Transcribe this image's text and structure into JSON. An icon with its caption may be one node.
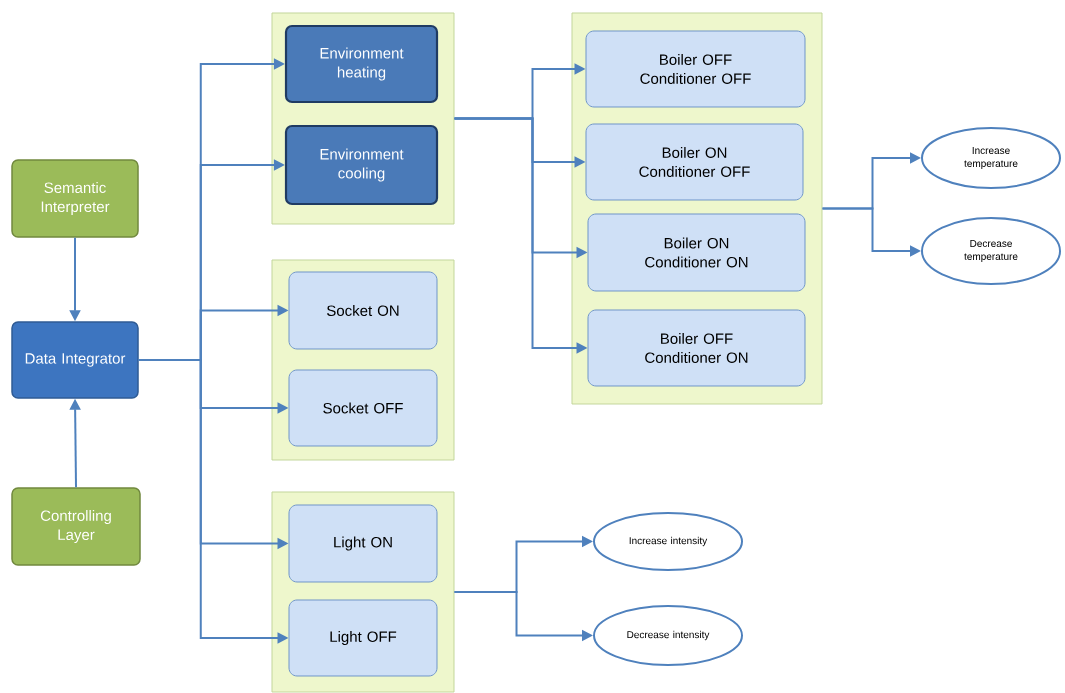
{
  "diagram": {
    "nodes": [
      {
        "text": [
          "Semantic Interpreter"
        ]
      },
      {
        "text": [
          "Data Integrator"
        ]
      },
      {
        "text": [
          "Controlling Layer"
        ]
      },
      {
        "text": [],
        "shape": "box"
      },
      {
        "text": [
          "Environment heating"
        ],
        "in": 3
      },
      {
        "text": [
          "Environment cooling"
        ],
        "in": 3
      },
      {
        "text": [],
        "shape": "box"
      },
      {
        "text": [
          "Socket ON"
        ],
        "in": 6
      },
      {
        "text": [
          "Socket OFF"
        ],
        "in": 6
      },
      {
        "text": [],
        "shape": "box"
      },
      {
        "text": [
          "Light ON"
        ],
        "in": 9
      },
      {
        "text": [
          "Light OFF"
        ],
        "in": 9
      },
      {
        "text": [],
        "shape": "box"
      },
      {
        "text": [
          "Boiler OFF Conditioner OFF"
        ],
        "in": 12
      },
      {
        "text": [
          "Boiler ON Conditioner OFF"
        ],
        "in": 12
      },
      {
        "text": [
          "Boiler ON Conditioner ON"
        ],
        "in": 12
      },
      {
        "text": [
          "Boiler OFF Conditioner ON"
        ],
        "in": 12
      },
      {
        "text": [
          "Increase temperature"
        ]
      },
      {
        "text": [
          "Decrease temperature"
        ]
      },
      {
        "text": [
          "Increase intensity"
        ]
      },
      {
        "text": [
          "Decrease intensity"
        ]
      }
    ],
    "edges": [
      {
        "from": 0,
        "to": 1,
        "arrow": "to"
      },
      {
        "from": 2,
        "to": 1,
        "arrow": "to"
      },
      {
        "from": 1,
        "to": 4,
        "arrow": "to"
      },
      {
        "from": 1,
        "to": 5,
        "arrow": "to"
      },
      {
        "from": 1,
        "to": 7,
        "arrow": "to"
      },
      {
        "from": 1,
        "to": 8,
        "arrow": "to"
      },
      {
        "from": 1,
        "to": 10,
        "arrow": "to"
      },
      {
        "from": 1,
        "to": 11,
        "arrow": "to"
      },
      {
        "from": 3,
        "to": 13,
        "arrow": "to"
      },
      {
        "from": 3,
        "to": 14,
        "arrow": "to"
      },
      {
        "from": 3,
        "to": 15,
        "arrow": "to"
      },
      {
        "from": 3,
        "to": 16,
        "arrow": "to"
      },
      {
        "from": 12,
        "to": 17,
        "arrow": "to"
      },
      {
        "from": 12,
        "to": 18,
        "arrow": "to"
      },
      {
        "from": 9,
        "to": 19,
        "arrow": "to"
      },
      {
        "from": 9,
        "to": 20,
        "arrow": "to"
      }
    ]
  }
}
